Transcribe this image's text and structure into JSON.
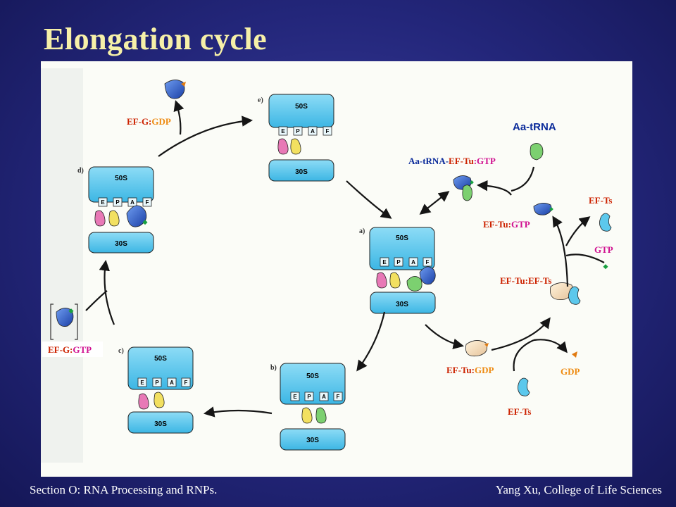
{
  "slide": {
    "title": "Elongation cycle",
    "footer_left": "Section O: RNA Processing and RNPs.",
    "footer_right": "Yang Xu, College of Life Sciences"
  },
  "colors": {
    "ribosome": "#5cc8ec",
    "ribosome_dark": "#2a9fd0",
    "label_red": "#cc2200",
    "label_orange": "#ee8a10",
    "label_magenta": "#d01090",
    "label_blue": "#0a2a9a",
    "trna_pink": "#e879b6",
    "trna_yellow": "#f2e060",
    "trna_green": "#7cd070",
    "ef_blue": "#2c5cc8",
    "gdp_orange": "#e07a10",
    "gtp_green": "#18a040"
  },
  "ribosome": {
    "large_subunit": "50S",
    "small_subunit": "30S",
    "sites": [
      "E",
      "P",
      "A",
      "F"
    ]
  },
  "steps": {
    "a": "a)",
    "b": "b)",
    "c": "c)",
    "d": "d)",
    "e": "e)"
  },
  "labels": {
    "efg_gdp": {
      "efg": "EF-G:",
      "gdp": "GDP"
    },
    "efg_gtp": {
      "efg": "EF-G:",
      "gtp": "GTP"
    },
    "aa_trna": "Aa-tRNA",
    "aa_trna_eftu_gtp": {
      "aa_trna": "Aa-tRNA-",
      "eftu": "EF-Tu",
      "gtp": ":GTP"
    },
    "eftu_gtp": {
      "eftu": "EF-Tu:",
      "gtp": "GTP"
    },
    "ef_ts_top": "EF-Ts",
    "gtp": "GTP",
    "eftu_efts": "EF-Tu:EF-Ts",
    "eftu_gdp": {
      "eftu": "EF-Tu:",
      "gdp": "GDP"
    },
    "gdp": "GDP",
    "ef_ts_bottom": "EF-Ts"
  }
}
